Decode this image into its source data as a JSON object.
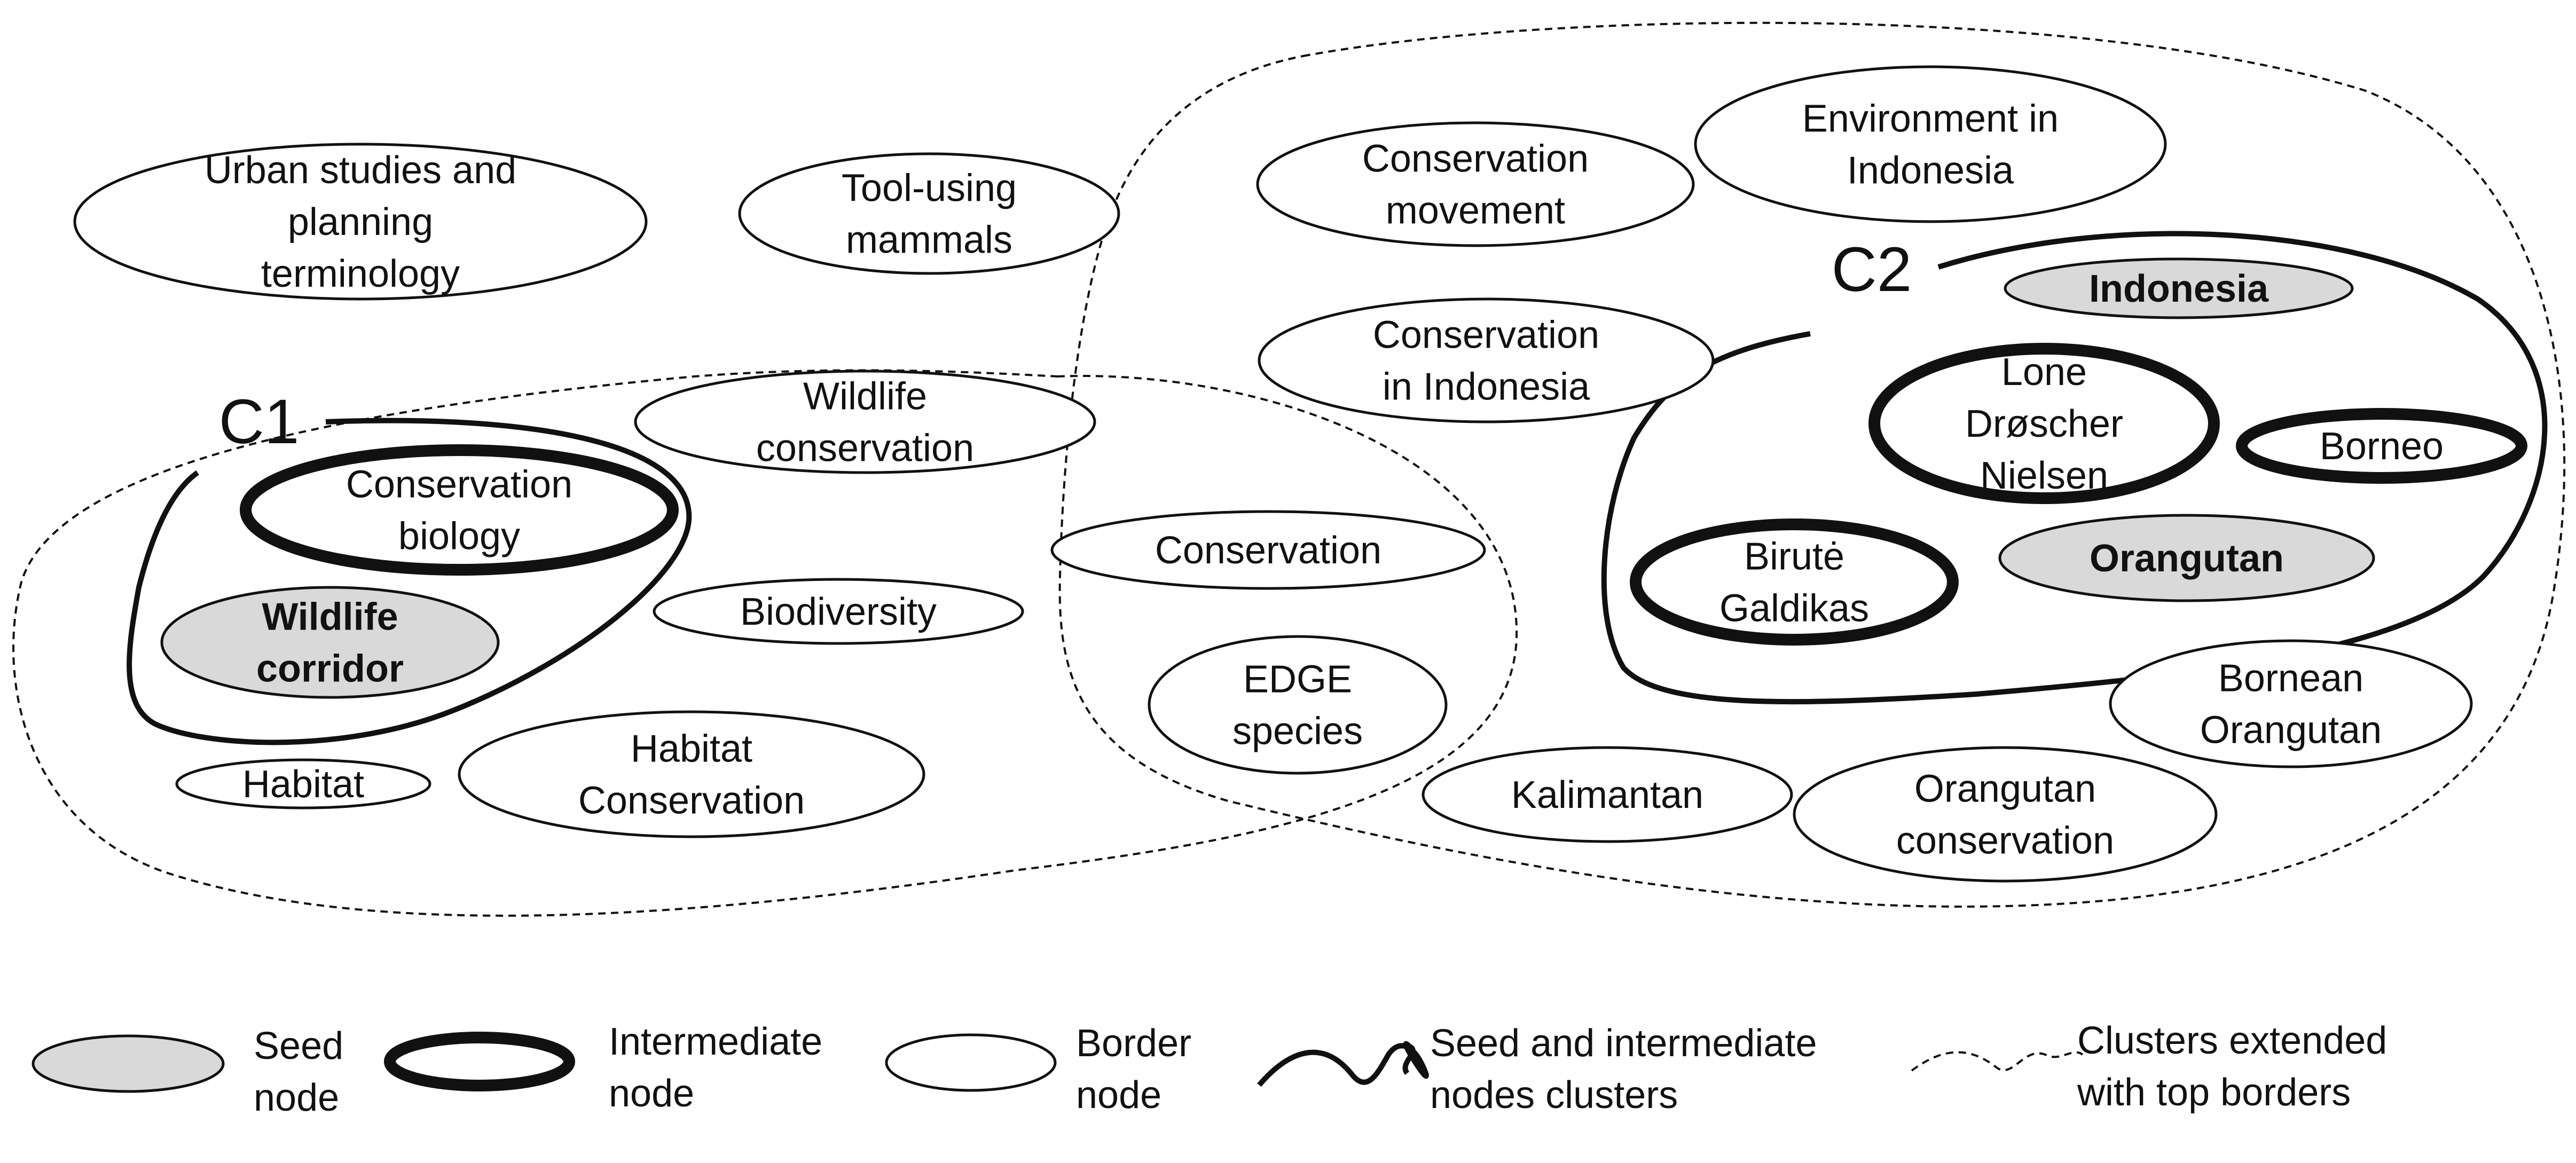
{
  "nodes": [
    {
      "id": "urban",
      "kind": "border",
      "lines": [
        "Urban studies and",
        "planning",
        "terminology"
      ]
    },
    {
      "id": "tool",
      "kind": "border",
      "lines": [
        "Tool-using",
        "mammals"
      ]
    },
    {
      "id": "consmove",
      "kind": "border",
      "lines": [
        "Conservation",
        "movement"
      ]
    },
    {
      "id": "envindo",
      "kind": "border",
      "lines": [
        "Environment in",
        "Indonesia"
      ]
    },
    {
      "id": "consindo",
      "kind": "border",
      "lines": [
        "Conservation",
        "in Indonesia"
      ]
    },
    {
      "id": "wildcons",
      "kind": "border",
      "lines": [
        "Wildlife",
        "conservation"
      ]
    },
    {
      "id": "consbio",
      "kind": "intermediate",
      "lines": [
        "Conservation",
        "biology"
      ]
    },
    {
      "id": "wildcorr",
      "kind": "seed",
      "lines": [
        "Wildlife",
        "corridor"
      ]
    },
    {
      "id": "biodiv",
      "kind": "border",
      "lines": [
        "Biodiversity"
      ]
    },
    {
      "id": "conservation",
      "kind": "border",
      "lines": [
        "Conservation"
      ]
    },
    {
      "id": "edge",
      "kind": "border",
      "lines": [
        "EDGE",
        "species"
      ]
    },
    {
      "id": "habitat",
      "kind": "border",
      "lines": [
        "Habitat"
      ]
    },
    {
      "id": "habcons",
      "kind": "border",
      "lines": [
        "Habitat",
        "Conservation"
      ]
    },
    {
      "id": "kalimantan",
      "kind": "border",
      "lines": [
        "Kalimantan"
      ]
    },
    {
      "id": "indonesia",
      "kind": "seed",
      "lines": [
        "Indonesia"
      ]
    },
    {
      "id": "lone",
      "kind": "intermediate",
      "lines": [
        "Lone",
        "Drøscher",
        "Nielsen"
      ]
    },
    {
      "id": "borneo",
      "kind": "intermediate",
      "lines": [
        "Borneo"
      ]
    },
    {
      "id": "birute",
      "kind": "intermediate",
      "lines": [
        "Birutė",
        "Galdikas"
      ]
    },
    {
      "id": "orangutan",
      "kind": "seed",
      "lines": [
        "Orangutan"
      ]
    },
    {
      "id": "bornorang",
      "kind": "border",
      "lines": [
        "Bornean",
        "Orangutan"
      ]
    },
    {
      "id": "orangcons",
      "kind": "border",
      "lines": [
        "Orangutan",
        "conservation"
      ]
    }
  ],
  "clusters": [
    {
      "id": "c1",
      "label": "C1"
    },
    {
      "id": "c2",
      "label": "C2"
    }
  ],
  "legend": [
    {
      "kind": "seed",
      "lines": [
        "Seed",
        "node"
      ]
    },
    {
      "kind": "intermediate",
      "lines": [
        "Intermediate",
        "node"
      ]
    },
    {
      "kind": "border",
      "lines": [
        "Border",
        "node"
      ]
    },
    {
      "kind": "solid-cluster",
      "lines": [
        "Seed and intermediate",
        "nodes clusters"
      ]
    },
    {
      "kind": "dashed-cluster",
      "lines": [
        "Clusters extended",
        "with top borders"
      ]
    }
  ]
}
